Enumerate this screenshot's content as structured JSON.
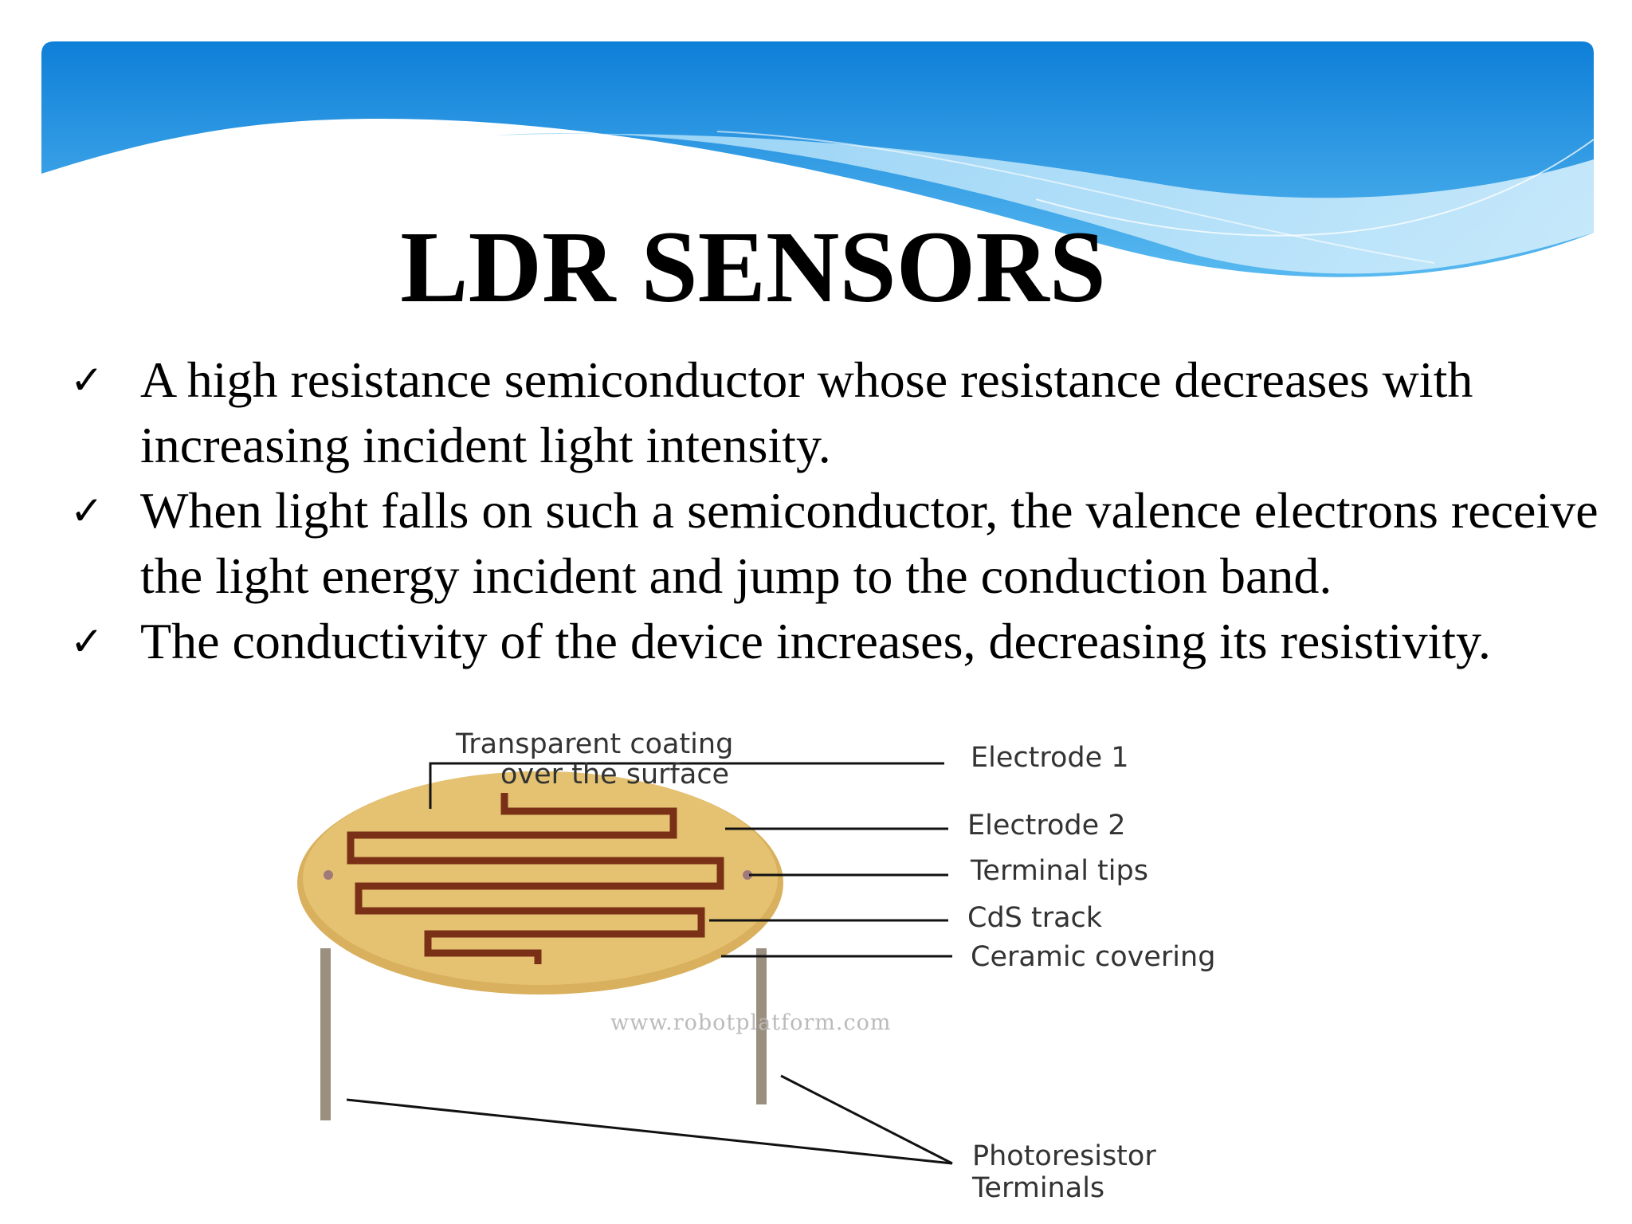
{
  "slide": {
    "title": "LDR SENSORS",
    "bullet_icon": "check-mark-icon",
    "bullets": [
      "A high resistance semiconductor whose resistance decreases with increasing incident light intensity.",
      "When light falls on such a semiconductor, the valence electrons receive the light energy incident and jump to the conduction band.",
      "The conductivity of the device increases, decreasing its resistivity."
    ]
  },
  "diagram": {
    "labels": {
      "transparent_coating_line1": "Transparent coating",
      "transparent_coating_line2": "over the surface",
      "electrode_1": "Electrode 1",
      "electrode_2": "Electrode 2",
      "terminal_tips": "Terminal tips",
      "cds_track": "CdS track",
      "ceramic_covering": "Ceramic covering",
      "photoresistor_line1": "Photoresistor",
      "photoresistor_line2": "Terminals"
    },
    "watermark": "www.robotplatform.com"
  },
  "colors": {
    "banner_blue": "#1e8fe0",
    "banner_light": "#8fd0f5",
    "disc_fill": "#e3bf6e",
    "track": "#7a3016"
  }
}
